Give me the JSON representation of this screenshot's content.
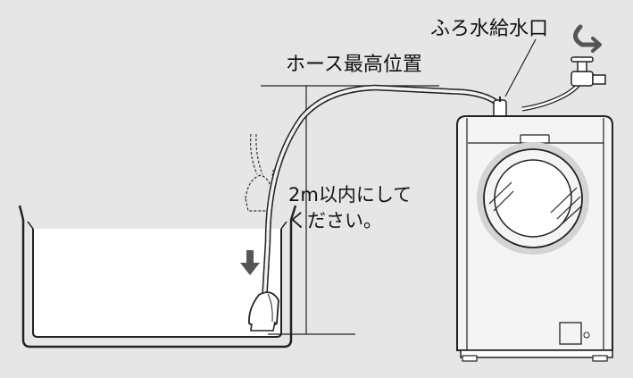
{
  "labels": {
    "intake": "ふろ水給水口",
    "hose_max_height": "ホース最高位置",
    "limit_line1": "2m以内にして",
    "limit_line2": "ください。"
  },
  "colors": {
    "background": "#e6e6e6",
    "water": "#ffffff",
    "line": "#222222",
    "arrow": "#555555",
    "washer_body": "#f4f4f4",
    "door_ring": "#cfcfcf"
  },
  "icons": {
    "rotate": "curved-arrow-icon",
    "down": "down-arrow-icon"
  }
}
